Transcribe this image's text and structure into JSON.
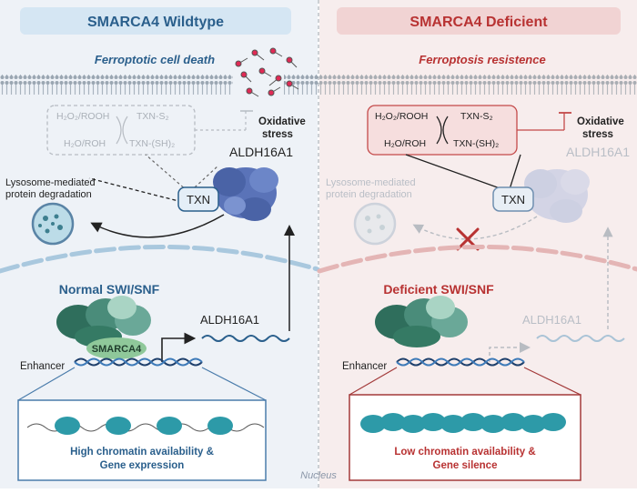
{
  "left_panel": {
    "title": "SMARCA4 Wildtype",
    "process": "Ferroptotic cell death",
    "redox_h2o2": "H₂O₂/ROOH",
    "redox_h2o": "H₂O/ROH",
    "redox_txn_s2": "TXN-S₂",
    "redox_txn_sh2": "TXN-(SH)₂",
    "stress_line1": "Oxidative",
    "stress_line2": "stress",
    "enzyme_label": "ALDH16A1",
    "txn_label": "TXN",
    "lysosome_line1": "Lysosome-mediated",
    "lysosome_line2": "protein degradation",
    "swi_label": "Normal SWI/SNF",
    "smarca4_label": "SMARCA4",
    "gene_label": "ALDH16A1",
    "enhancer_label": "Enhancer",
    "chromatin_line1": "High chromatin availability &",
    "chromatin_line2": "Gene expression"
  },
  "right_panel": {
    "title": "SMARCA4 Deficient",
    "process": "Ferroptosis resistence",
    "redox_h2o2": "H₂O₂/ROOH",
    "redox_h2o": "H₂O/ROH",
    "redox_txn_s2": "TXN-S₂",
    "redox_txn_sh2": "TXN-(SH)₂",
    "stress_line1": "Oxidative",
    "stress_line2": "stress",
    "enzyme_label": "ALDH16A1",
    "txn_label": "TXN",
    "lysosome_line1": "Lysosome-mediated",
    "lysosome_line2": "protein degradation",
    "swi_label": "Deficient SWI/SNF",
    "gene_label": "ALDH16A1",
    "enhancer_label": "Enhancer",
    "chromatin_line1": "Low chromatin availability &",
    "chromatin_line2": "Gene silence"
  },
  "nucleus_label": "Nucleus",
  "colors": {
    "left_accent": "#2a5f8c",
    "right_accent": "#b83232",
    "left_bg": "#eef2f7",
    "right_bg": "#f7eded",
    "protein_blue": "#5a73b8",
    "chromatin_teal": "#2d9aa8"
  }
}
